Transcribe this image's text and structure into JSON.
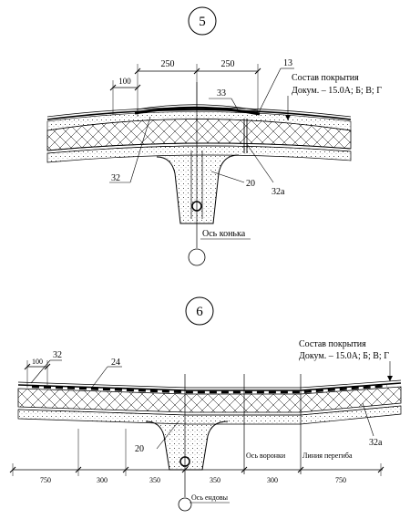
{
  "detail_5": {
    "number": "5",
    "dims": {
      "left": "250",
      "right": "250",
      "small": "100"
    },
    "callouts": {
      "c13": "13",
      "c33": "33",
      "c32": "32",
      "c20": "20",
      "c32a": "32a"
    },
    "composition_title": "Состав покрытия",
    "composition_ref": "Докум. – 15.0А; Б; В; Г",
    "axis_label": "Ось конька"
  },
  "detail_6": {
    "number": "6",
    "callouts": {
      "c32": "32",
      "c24": "24",
      "c20": "20",
      "c32a": "32a"
    },
    "dim_small": "100",
    "composition_title": "Состав покрытия",
    "composition_ref": "Докум. – 15.0А; Б; В; Г",
    "line_funnel": "Ось воронки",
    "line_bend": "Линия перегиба",
    "axis_label": "Ось ендовы",
    "bottom_dims": [
      "750",
      "300",
      "350",
      "350",
      "300",
      "750"
    ]
  }
}
